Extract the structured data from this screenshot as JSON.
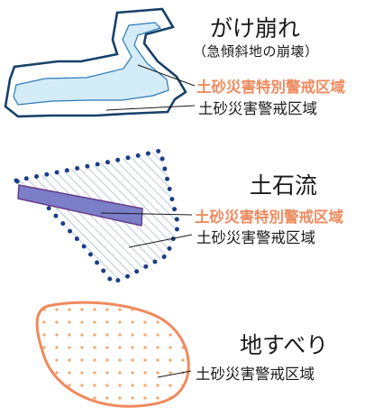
{
  "colors": {
    "dark_blue": "#17406a",
    "light_blue": "#d3ecf8",
    "navy_dots": "#1b3d87",
    "hatch": "#8aa7c6",
    "purple_bar": "#7a7fc7",
    "purple_edge": "#6a3c8c",
    "orange": "#ef8a5e",
    "orange_dots": "#f3a56a",
    "text": "#1a1a1a"
  },
  "sections": {
    "cliff": {
      "title": "がけ崩れ",
      "subtitle": "（急傾斜地の崩壊）",
      "special_zone_label": "土砂災害特別警戒区域",
      "warning_zone_label": "土砂災害警戒区域"
    },
    "debris": {
      "title": "土石流",
      "special_zone_label": "土砂災害特別警戒区域",
      "warning_zone_label": "土砂災害警戒区域"
    },
    "landslide": {
      "title": "地すべり",
      "warning_zone_label": "土砂災害警戒区域"
    }
  }
}
